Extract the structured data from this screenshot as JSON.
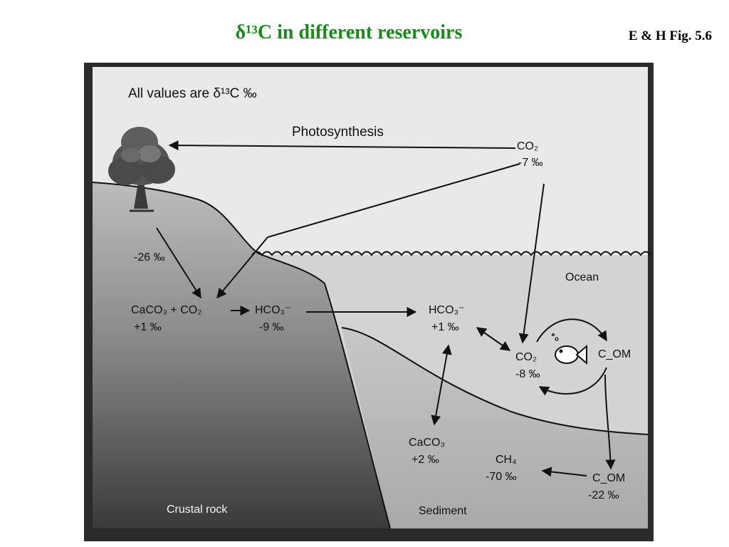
{
  "header": {
    "title": "δ¹³C in different reservoirs",
    "reference": "E & H Fig. 5.6"
  },
  "diagram": {
    "note": "All values are δ¹³C ‰",
    "process_label": "Photosynthesis",
    "regions": {
      "ocean": "Ocean",
      "crust": "Crustal rock",
      "sediment": "Sediment"
    },
    "nodes": {
      "atm_co2": {
        "species": "CO₂",
        "value": "-7 ‰"
      },
      "plant": {
        "value": "-26 ‰"
      },
      "weathering": {
        "species": "CaCO₃ + CO₂",
        "value": "+1 ‰"
      },
      "river_hco3": {
        "species": "HCO₃⁻",
        "value": "-9 ‰"
      },
      "ocean_hco3": {
        "species": "HCO₃⁻",
        "value": "+1 ‰"
      },
      "ocean_co2": {
        "species": "CO₂",
        "value": "-8 ‰"
      },
      "ocean_com": {
        "species": "C_OM"
      },
      "sed_caco3": {
        "species": "CaCO₃",
        "value": "+2 ‰"
      },
      "sed_ch4": {
        "species": "CH₄",
        "value": "-70 ‰"
      },
      "sed_com": {
        "species": "C_OM",
        "value": "-22 ‰"
      }
    }
  }
}
